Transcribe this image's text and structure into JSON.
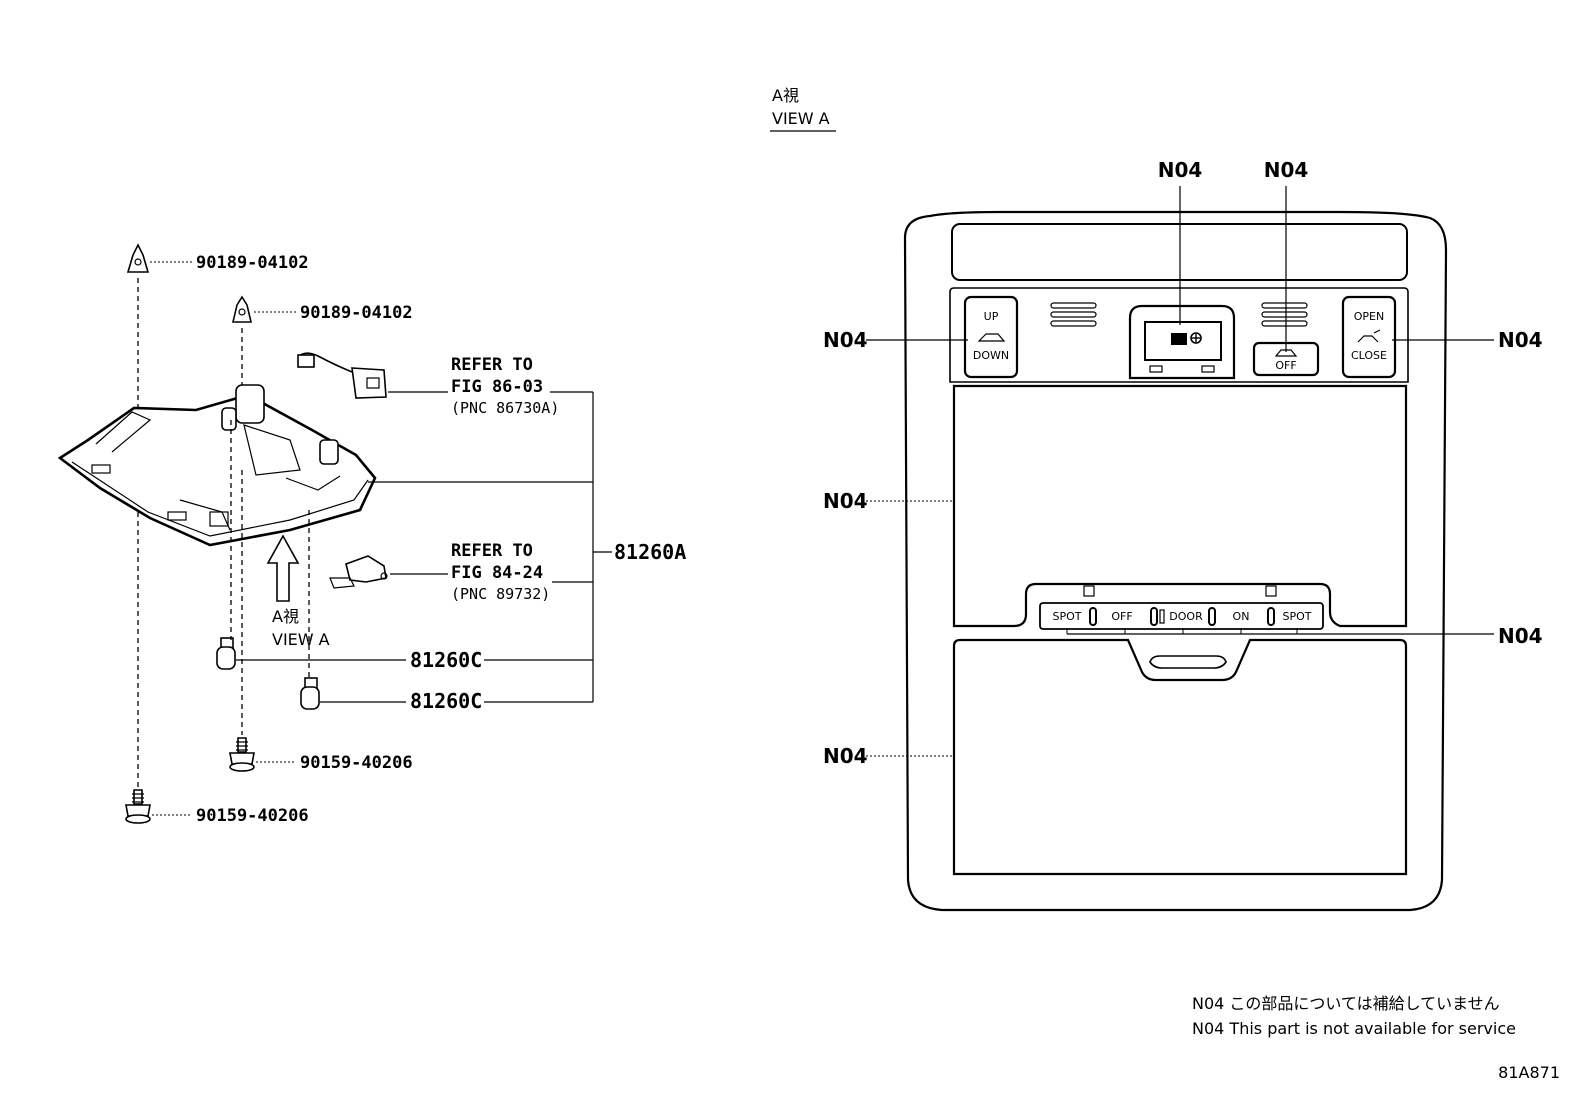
{
  "left": {
    "clip_top": "90189-04102",
    "clip_second": "90189-04102",
    "screw_upper": "90159-40206",
    "screw_lower": "90159-40206",
    "assembly": "81260A",
    "bulb_upper": "81260C",
    "bulb_lower": "81260C",
    "ref1": {
      "line1": "REFER TO",
      "line2": "FIG 86-03",
      "line3": "(PNC 86730A)"
    },
    "ref2": {
      "line1": "REFER TO",
      "line2": "FIG 84-24",
      "line3": "(PNC 89732)"
    },
    "view_jp": "A視",
    "view_en": "VIEW A"
  },
  "right": {
    "view_jp": "A視",
    "view_en": "VIEW A",
    "callouts": [
      "N04",
      "N04",
      "N04",
      "N04",
      "N04",
      "N04",
      "N04"
    ],
    "buttons": {
      "sunroof_up": "UP",
      "sunroof_down": "DOWN",
      "open": "OPEN",
      "close": "CLOSE",
      "airbag_off": "OFF"
    },
    "switch_labels": [
      "SPOT",
      "OFF",
      "DOOR",
      "ON",
      "SPOT"
    ]
  },
  "footnotes": {
    "jp": "N04 この部品については補給していません",
    "en": "N04 This part is not available for service"
  },
  "figure_code": "81A871"
}
